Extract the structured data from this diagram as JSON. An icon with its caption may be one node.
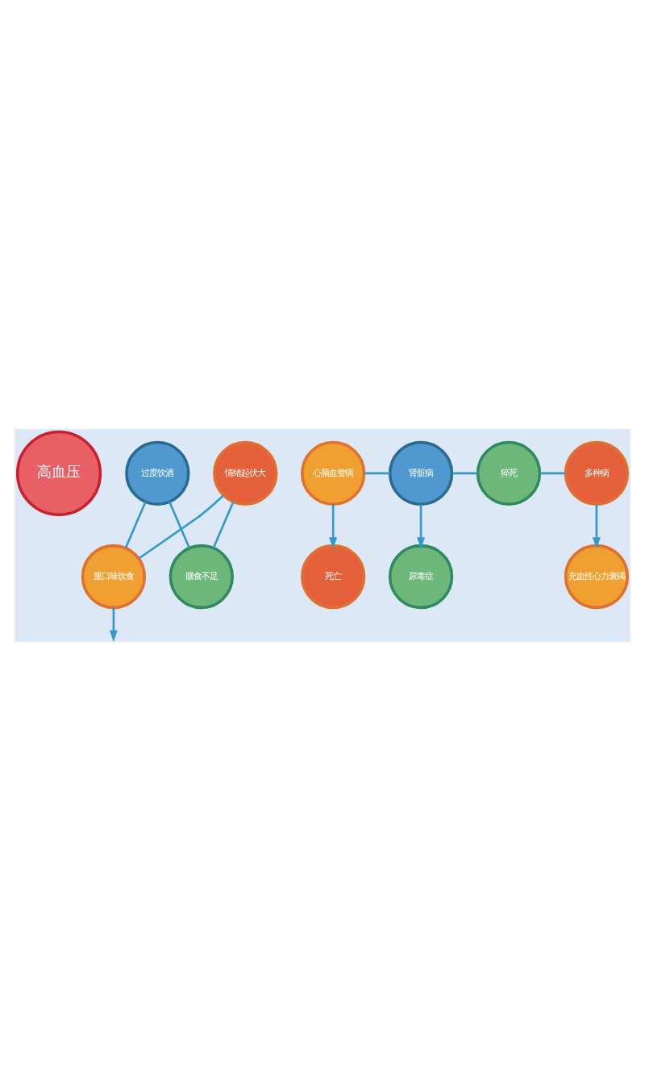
{
  "diagram": {
    "nodes": [
      {
        "text": [
          "高血压"
        ]
      },
      {
        "text": [
          "膳食不足"
        ]
      },
      {
        "text": [
          "情绪起伏大"
        ]
      },
      {
        "text": [
          "过度饮酒"
        ]
      },
      {
        "text": [
          "重口味饮食"
        ]
      },
      {
        "text": [
          "心脑血管病"
        ]
      },
      {
        "text": [
          "肾脏病"
        ]
      },
      {
        "text": [
          "猝死"
        ]
      },
      {
        "text": [
          "多种病"
        ]
      },
      {
        "text": [
          "死亡"
        ]
      },
      {
        "text": [
          "尿毒症"
        ]
      },
      {
        "text": [
          "充血性心力衰竭"
        ]
      }
    ],
    "edges": [
      {
        "from": 1,
        "to": 3,
        "arrow": "none"
      },
      {
        "from": 3,
        "to": 4,
        "arrow": "none"
      },
      {
        "from": 4,
        "to": 2,
        "arrow": "none"
      },
      {
        "from": 2,
        "to": 1,
        "arrow": "none"
      },
      {
        "from": 4,
        "to": null,
        "arrow": "to"
      },
      {
        "from": 5,
        "to": 6,
        "arrow": "none"
      },
      {
        "from": 6,
        "to": 7,
        "arrow": "none"
      },
      {
        "from": 7,
        "to": 8,
        "arrow": "none"
      },
      {
        "from": 5,
        "to": 9,
        "arrow": "to"
      },
      {
        "from": 6,
        "to": 10,
        "arrow": "to"
      },
      {
        "from": 8,
        "to": 11,
        "arrow": "to"
      }
    ]
  }
}
